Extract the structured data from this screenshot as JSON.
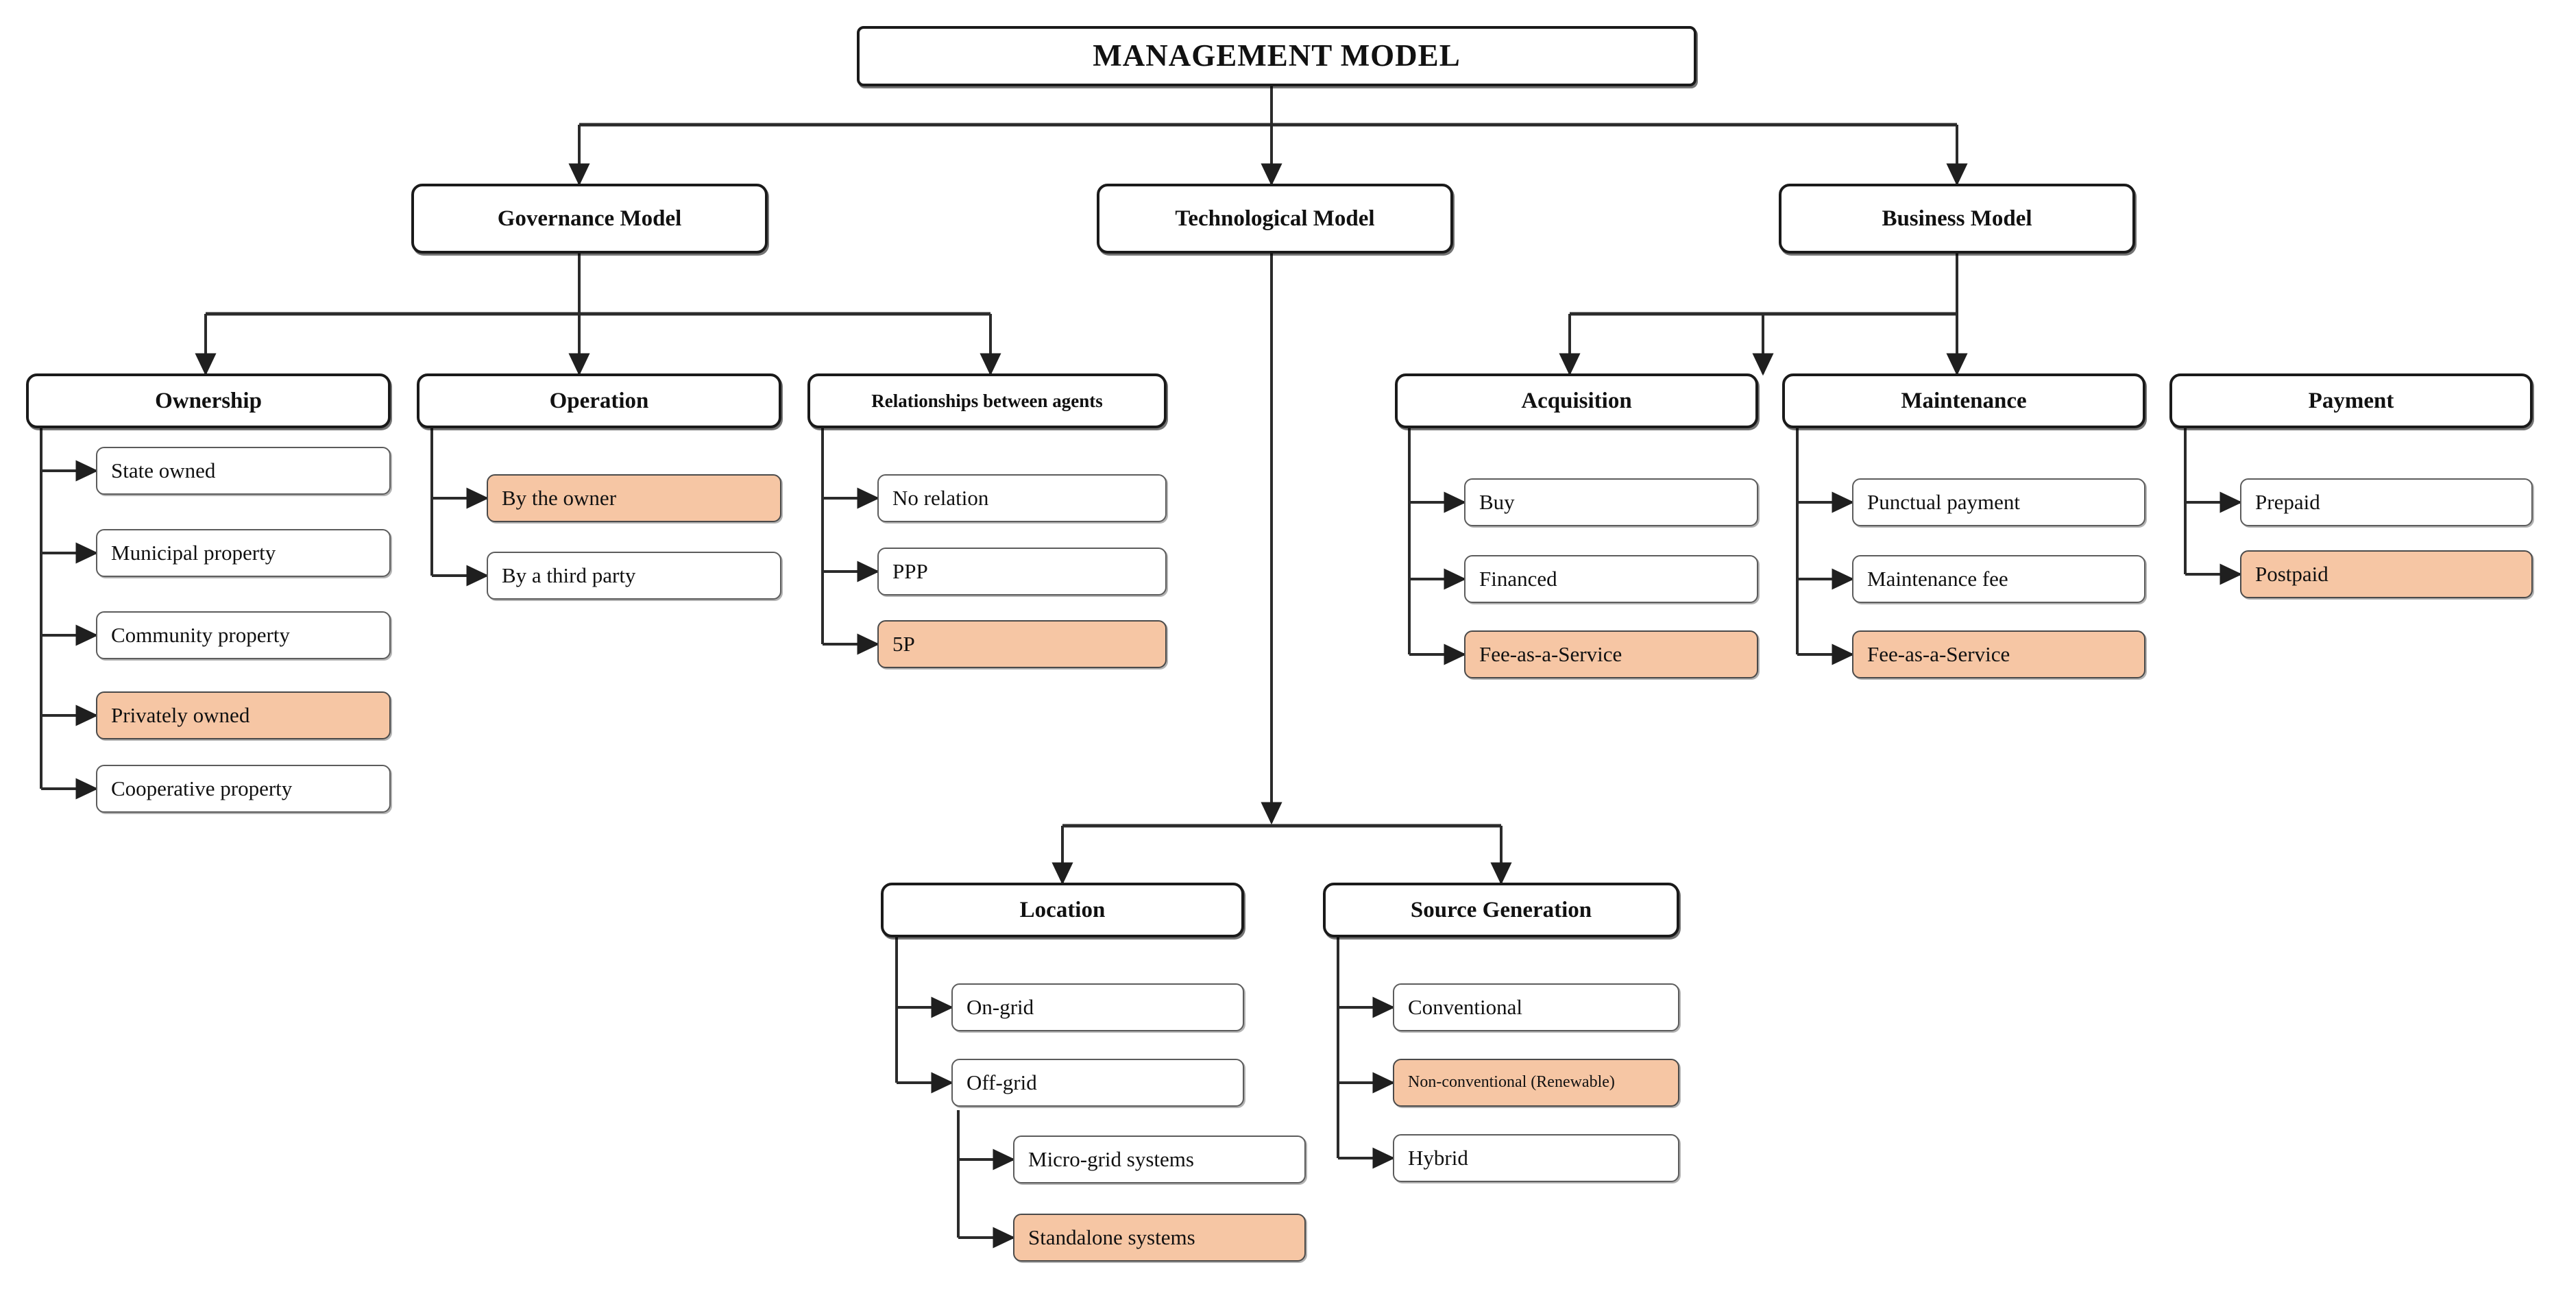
{
  "theme": {
    "highlight": "#f6c6a4",
    "box_fill": "#ffffff",
    "line": "#2b2b2b",
    "text": "#111111"
  },
  "root": {
    "label": "MANAGEMENT  MODEL"
  },
  "branches": [
    {
      "label": "Governance Model",
      "categories": [
        {
          "label": "Ownership",
          "items": [
            {
              "label": "State owned",
              "highlighted": false
            },
            {
              "label": "Municipal property",
              "highlighted": false
            },
            {
              "label": "Community property",
              "highlighted": false
            },
            {
              "label": "Privately owned",
              "highlighted": true
            },
            {
              "label": "Cooperative property",
              "highlighted": false
            }
          ]
        },
        {
          "label": "Operation",
          "items": [
            {
              "label": "By the owner",
              "highlighted": true
            },
            {
              "label": "By a third party",
              "highlighted": false
            }
          ]
        },
        {
          "label": "Relationships between agents",
          "items": [
            {
              "label": "No relation",
              "highlighted": false
            },
            {
              "label": "PPP",
              "highlighted": false
            },
            {
              "label": "5P",
              "highlighted": true
            }
          ]
        }
      ]
    },
    {
      "label": "Technological Model",
      "categories": [
        {
          "label": "Location",
          "items": [
            {
              "label": "On-grid",
              "highlighted": false
            },
            {
              "label": "Off-grid",
              "highlighted": false,
              "items": [
                {
                  "label": "Micro-grid systems",
                  "highlighted": false
                },
                {
                  "label": "Standalone systems",
                  "highlighted": true
                }
              ]
            }
          ]
        },
        {
          "label": "Source Generation",
          "items": [
            {
              "label": "Conventional",
              "highlighted": false
            },
            {
              "label": "Non-conventional (Renewable)",
              "highlighted": true,
              "small": true
            },
            {
              "label": "Hybrid",
              "highlighted": false
            }
          ]
        }
      ]
    },
    {
      "label": "Business Model",
      "categories": [
        {
          "label": "Acquisition",
          "items": [
            {
              "label": "Buy",
              "highlighted": false
            },
            {
              "label": "Financed",
              "highlighted": false
            },
            {
              "label": "Fee-as-a-Service",
              "highlighted": true
            }
          ]
        },
        {
          "label": "Maintenance",
          "items": [
            {
              "label": "Punctual payment",
              "highlighted": false
            },
            {
              "label": "Maintenance fee",
              "highlighted": false
            },
            {
              "label": "Fee-as-a-Service",
              "highlighted": true
            }
          ]
        },
        {
          "label": "Payment",
          "items": [
            {
              "label": "Prepaid",
              "highlighted": false
            },
            {
              "label": "Postpaid",
              "highlighted": true
            }
          ]
        }
      ]
    }
  ]
}
